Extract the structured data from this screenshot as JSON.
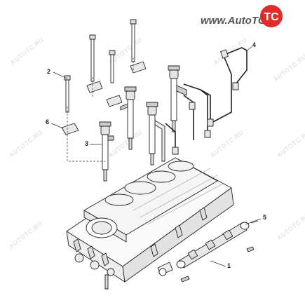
{
  "brand": {
    "text": "www.AutoTC.ru",
    "badge": "TC",
    "color": "#e32b2b"
  },
  "watermark_text": "AUTOTC.RU",
  "callouts": [
    "1",
    "2",
    "3",
    "4",
    "5",
    "6"
  ],
  "colors": {
    "line": "#222222",
    "fill": "#ffffff",
    "shade": "#d9d9d9"
  },
  "icons": {
    "brand_badge": "tc-logo-icon"
  }
}
